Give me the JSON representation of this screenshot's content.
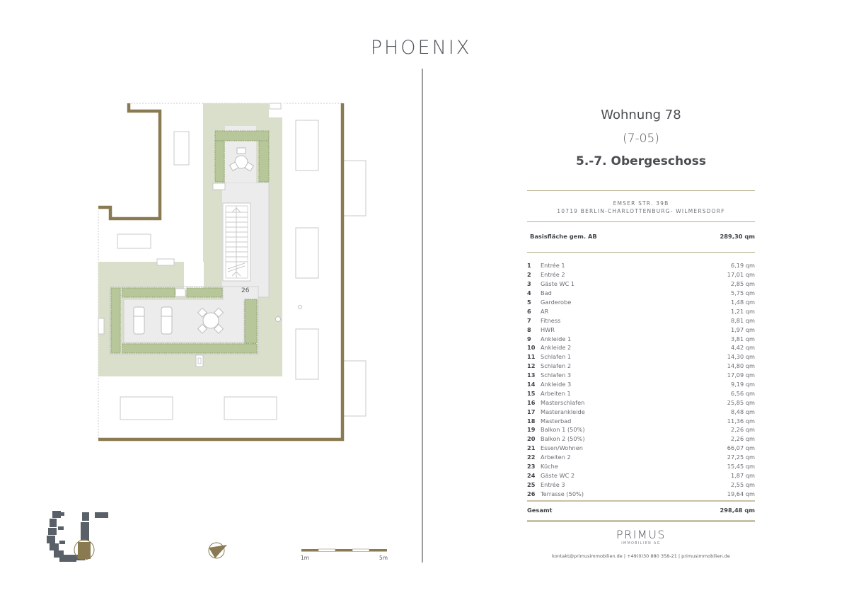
{
  "header": {
    "logo": "PHOENIX"
  },
  "apartment": {
    "title": "Wohnung 78",
    "code": "(7-05)",
    "floor": "5.-7. Obergeschoss",
    "address_line1": "EMSER STR. 39B",
    "address_line2": "10719 BERLIN-CHARLOTTENBURG- WILMERSDORF",
    "base_area_label": "Basisfläche gem. AB",
    "base_area_value": "289,30 qm",
    "rooms": [
      {
        "num": "1",
        "name": "Entrée 1",
        "area": "6,19 qm"
      },
      {
        "num": "2",
        "name": "Entrée 2",
        "area": "17,01 qm"
      },
      {
        "num": "3",
        "name": "Gäste WC 1",
        "area": "2,85 qm"
      },
      {
        "num": "4",
        "name": "Bad",
        "area": "5,75 qm"
      },
      {
        "num": "5",
        "name": "Garderobe",
        "area": "1,48 qm"
      },
      {
        "num": "6",
        "name": "AR",
        "area": "1,21 qm"
      },
      {
        "num": "7",
        "name": "Fitness",
        "area": "8,81 qm"
      },
      {
        "num": "8",
        "name": "HWR",
        "area": "1,97 qm"
      },
      {
        "num": "9",
        "name": "Ankleide 1",
        "area": "3,81 qm"
      },
      {
        "num": "10",
        "name": "Ankleide 2",
        "area": "4,42 qm"
      },
      {
        "num": "11",
        "name": "Schlafen 1",
        "area": "14,30 qm"
      },
      {
        "num": "12",
        "name": "Schlafen 2",
        "area": "14,80 qm"
      },
      {
        "num": "13",
        "name": "Schlafen 3",
        "area": "17,09 qm"
      },
      {
        "num": "14",
        "name": "Ankleide 3",
        "area": "9,19 qm"
      },
      {
        "num": "15",
        "name": "Arbeiten 1",
        "area": "6,56 qm"
      },
      {
        "num": "16",
        "name": "Masterschlafen",
        "area": "25,85 qm"
      },
      {
        "num": "17",
        "name": "Masterankleide",
        "area": "8,48 qm"
      },
      {
        "num": "18",
        "name": "Masterbad",
        "area": "11,36 qm"
      },
      {
        "num": "19",
        "name": "Balkon 1 (50%)",
        "area": "2,26 qm"
      },
      {
        "num": "20",
        "name": "Balkon 2 (50%)",
        "area": "2,26 qm"
      },
      {
        "num": "21",
        "name": "Essen/Wohnen",
        "area": "66,07 qm"
      },
      {
        "num": "22",
        "name": "Arbeiten 2",
        "area": "27,25 qm"
      },
      {
        "num": "23",
        "name": "Küche",
        "area": "15,45 qm"
      },
      {
        "num": "24",
        "name": "Gäste WC 2",
        "area": "1,87 qm"
      },
      {
        "num": "25",
        "name": "Entrée 3",
        "area": "2,55 qm"
      },
      {
        "num": "26",
        "name": "Terrasse (50%)",
        "area": "19,64 qm"
      }
    ],
    "total_label": "Gesamt",
    "total_value": "298,48 qm"
  },
  "floorplan": {
    "room_label": "26",
    "scale_start": "1m",
    "scale_end": "5m",
    "colors": {
      "wall": "#8a7a52",
      "terrace_green": "#d9dfca",
      "planter_green": "#b7c79a",
      "floor_grey": "#ececec",
      "outline": "#c8c8c8"
    }
  },
  "footer": {
    "brand": "PRIMUS",
    "brand_sub": "IMMOBILIEN AG",
    "contact": "kontakt@primusimmobilien.de | +49(0)30 880 358-21 | primusimmobilien.de"
  }
}
